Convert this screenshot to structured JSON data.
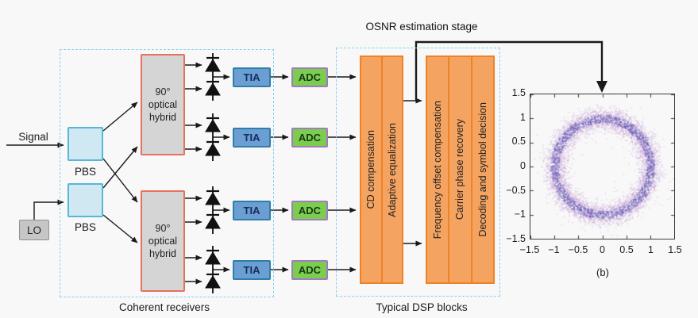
{
  "labels": {
    "signal": "Signal",
    "lo": "LO",
    "pbs_top": "PBS",
    "pbs_bottom": "PBS",
    "tia": "TIA",
    "adc": "ADC",
    "osnr_stage": "OSNR estimation stage",
    "coherent_caption": "Coherent receivers",
    "dsp_caption": "Typical DSP blocks"
  },
  "hybrid_lines": [
    "90°",
    "optical",
    "hybrid"
  ],
  "dsp": {
    "group1": [
      "CD compensation",
      "Adaptive equalization"
    ],
    "group2": [
      "Frequency offset compensation",
      "Carrier phase recovery",
      "Decoding and symbol decision"
    ]
  },
  "colors": {
    "dashed_boundary": "#85d3e6",
    "pbs_fill": "#cfe8f2",
    "pbs_border": "#54b8d6",
    "hybrid_fill": "#d5d5d5",
    "hybrid_border": "#e8705f",
    "tia_fill": "#6b9ed2",
    "tia_border": "#2f7da8",
    "adc_fill": "#7ccd4d",
    "adc_border": "#9f7cc0",
    "dsp_fill": "#f4a360",
    "dsp_border": "#ee8226",
    "wire": "#1a1a1a"
  },
  "chart_data": {
    "type": "scatter",
    "description": "QPSK-like noisy ring constellation (amplitude-normalized symbols with phase noise)",
    "xlim": [
      -1.5,
      1.5
    ],
    "ylim": [
      -1.5,
      1.5
    ],
    "xticks": [
      "−1.5",
      "−1",
      "−0.5",
      "0",
      "0.5",
      "1",
      "1.5"
    ],
    "yticks": [
      "1.5",
      "1",
      "0.5",
      "0",
      "−0.5",
      "−1",
      "−1.5"
    ],
    "grid": false,
    "box": true,
    "caption": "(b)",
    "ring": {
      "center": [
        0,
        0
      ],
      "mean_radius": 1.0,
      "radial_std": 0.11,
      "n_points": 6500,
      "core_colors": [
        "#4b33a0",
        "#5d3db0"
      ],
      "fringe_colors": [
        "#b193d4",
        "#c480c8"
      ],
      "point_alpha": 0.3
    }
  }
}
